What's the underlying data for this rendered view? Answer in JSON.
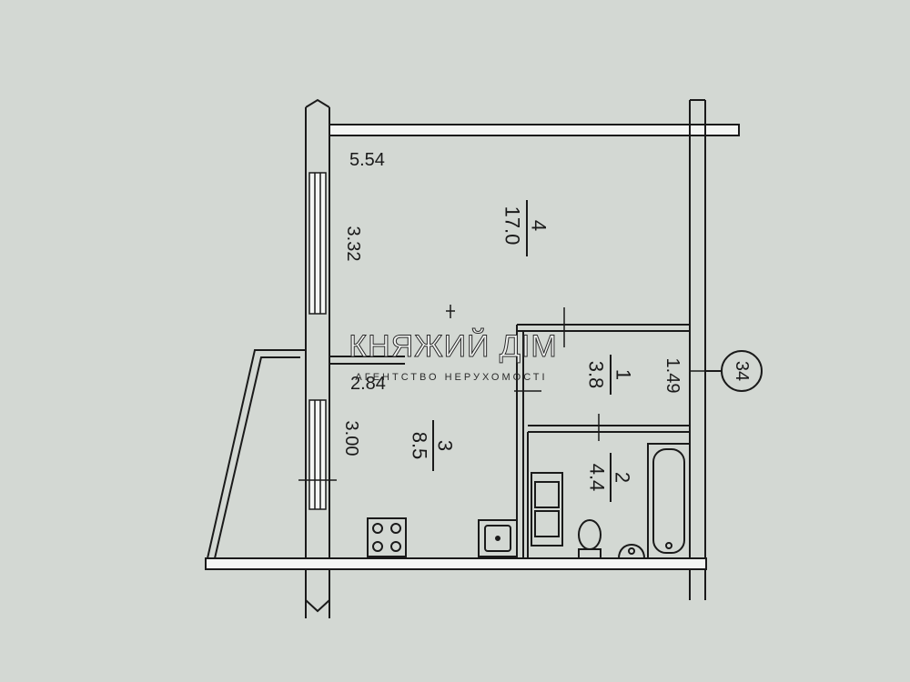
{
  "plan": {
    "apartment_number": "34",
    "dimensions": {
      "top_width": "5.54",
      "main_room_length": "3.32",
      "kitchen_width": "2.84",
      "kitchen_length": "3.00",
      "hall_length": "1.49"
    },
    "rooms": [
      {
        "number": "4",
        "area": "17.0"
      },
      {
        "number": "1",
        "area": "3.8"
      },
      {
        "number": "3",
        "area": "8.5"
      },
      {
        "number": "2",
        "area": "4.4"
      }
    ]
  },
  "watermark": {
    "title": "КНЯЖИЙ ДІМ",
    "subtitle": "АГЕНТСТВО НЕРУХОМОСТІ"
  },
  "colors": {
    "background": "#d3d8d3",
    "wall": "#1a1a1a",
    "balcony_glass": "#f4f6f4"
  }
}
